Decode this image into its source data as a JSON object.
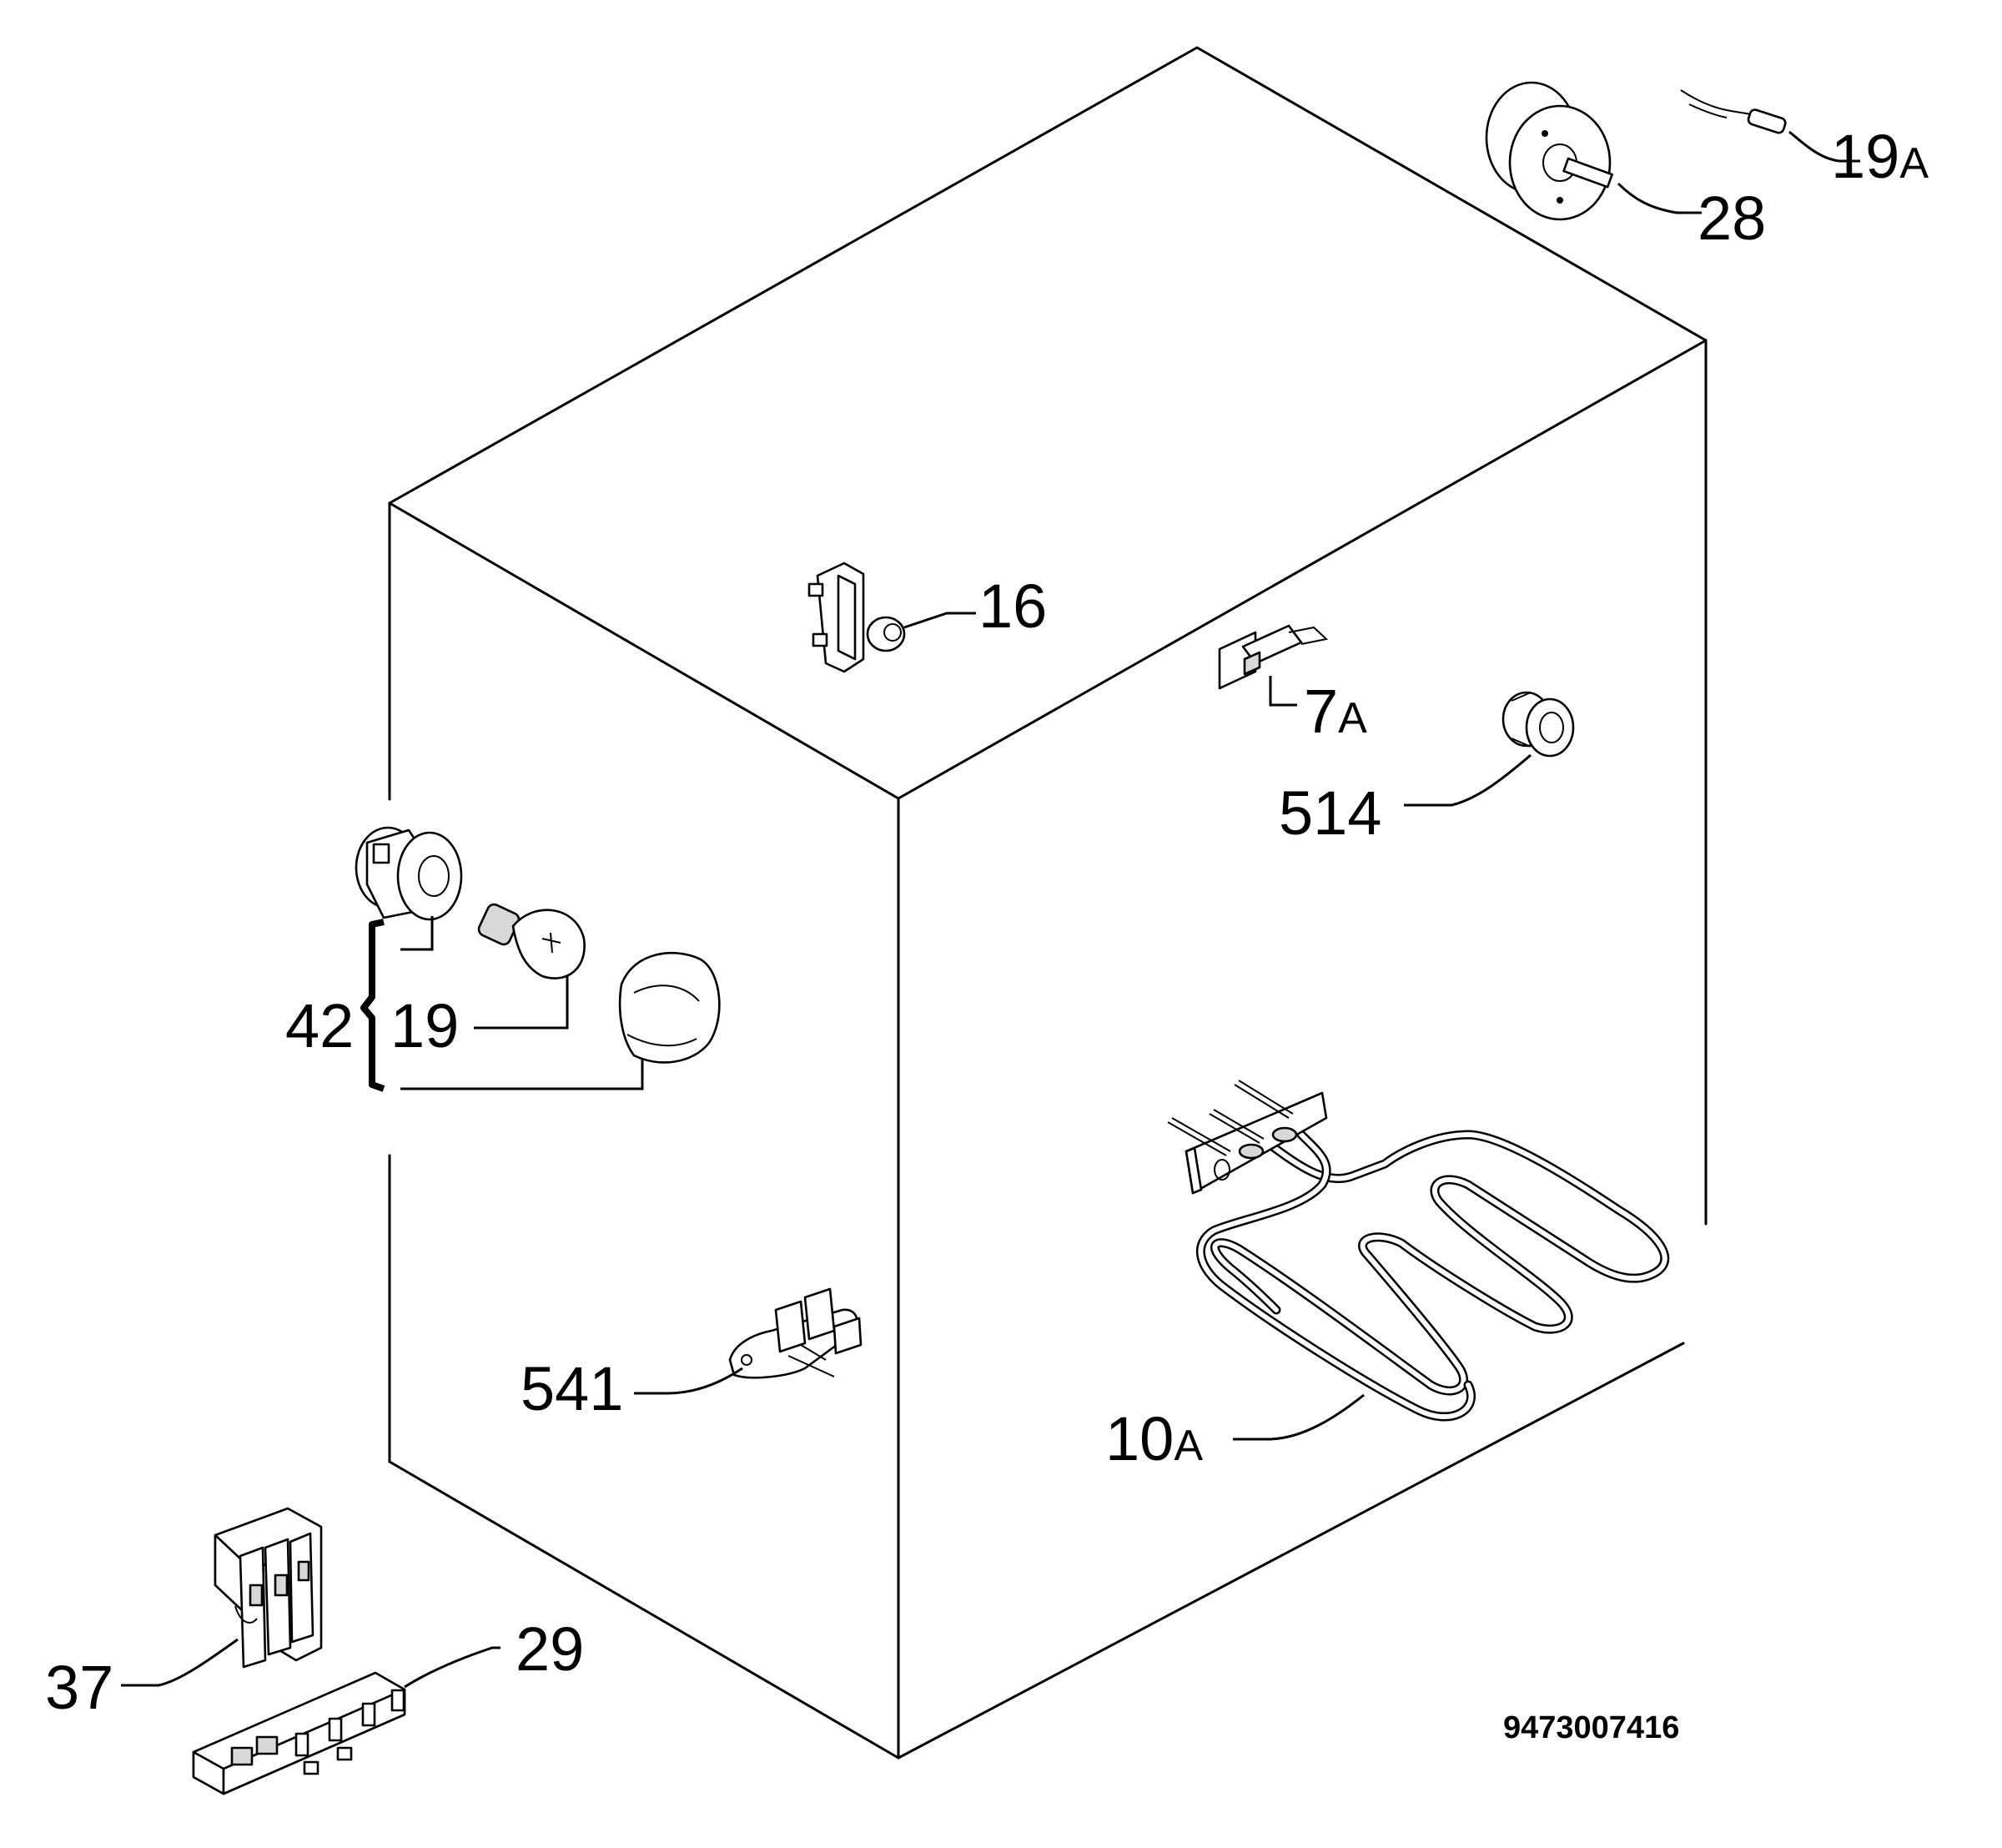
{
  "diagram": {
    "part_labels": {
      "p19a_num": "19",
      "p19a_suf": "A",
      "p28": "28",
      "p16": "16",
      "p7a_num": "7",
      "p7a_suf": "A",
      "p514": "514",
      "p42": "42",
      "p19": "19",
      "p541": "541",
      "p10a_num": "10",
      "p10a_suf": "A",
      "p37": "37",
      "p29": "29"
    },
    "drawing_code": "9473007416"
  }
}
